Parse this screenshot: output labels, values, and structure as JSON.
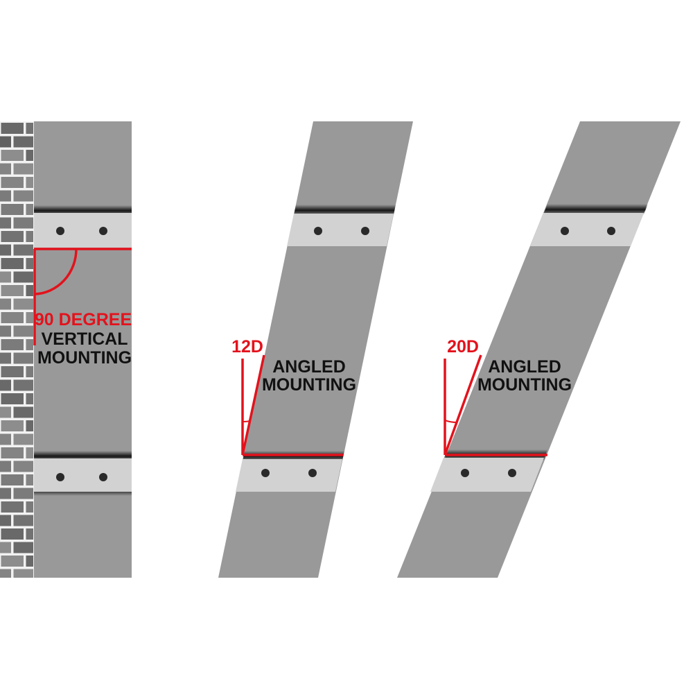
{
  "colors": {
    "panel": "#999999",
    "bracket": "#d2d2d2",
    "bracket_shadow": "#2a2a2a",
    "accent_red": "#e3121c",
    "text_dark": "#111111",
    "brick": "#7d7d7d",
    "mortar": "#f2f2f2"
  },
  "panels": [
    {
      "id": "vertical",
      "angle_label": "90 DEGREE",
      "line1": "VERTICAL",
      "line2": "MOUNTING",
      "angle_deg": 0
    },
    {
      "id": "angled-12",
      "angle_label": "12D",
      "line1": "ANGLED",
      "line2": "MOUNTING",
      "angle_deg": 12
    },
    {
      "id": "angled-20",
      "angle_label": "20D",
      "line1": "ANGLED",
      "line2": "MOUNTING",
      "angle_deg": 20
    }
  ],
  "icons": {
    "wall": "brick-wall-icon",
    "bolt": "bolt-hole-icon"
  }
}
